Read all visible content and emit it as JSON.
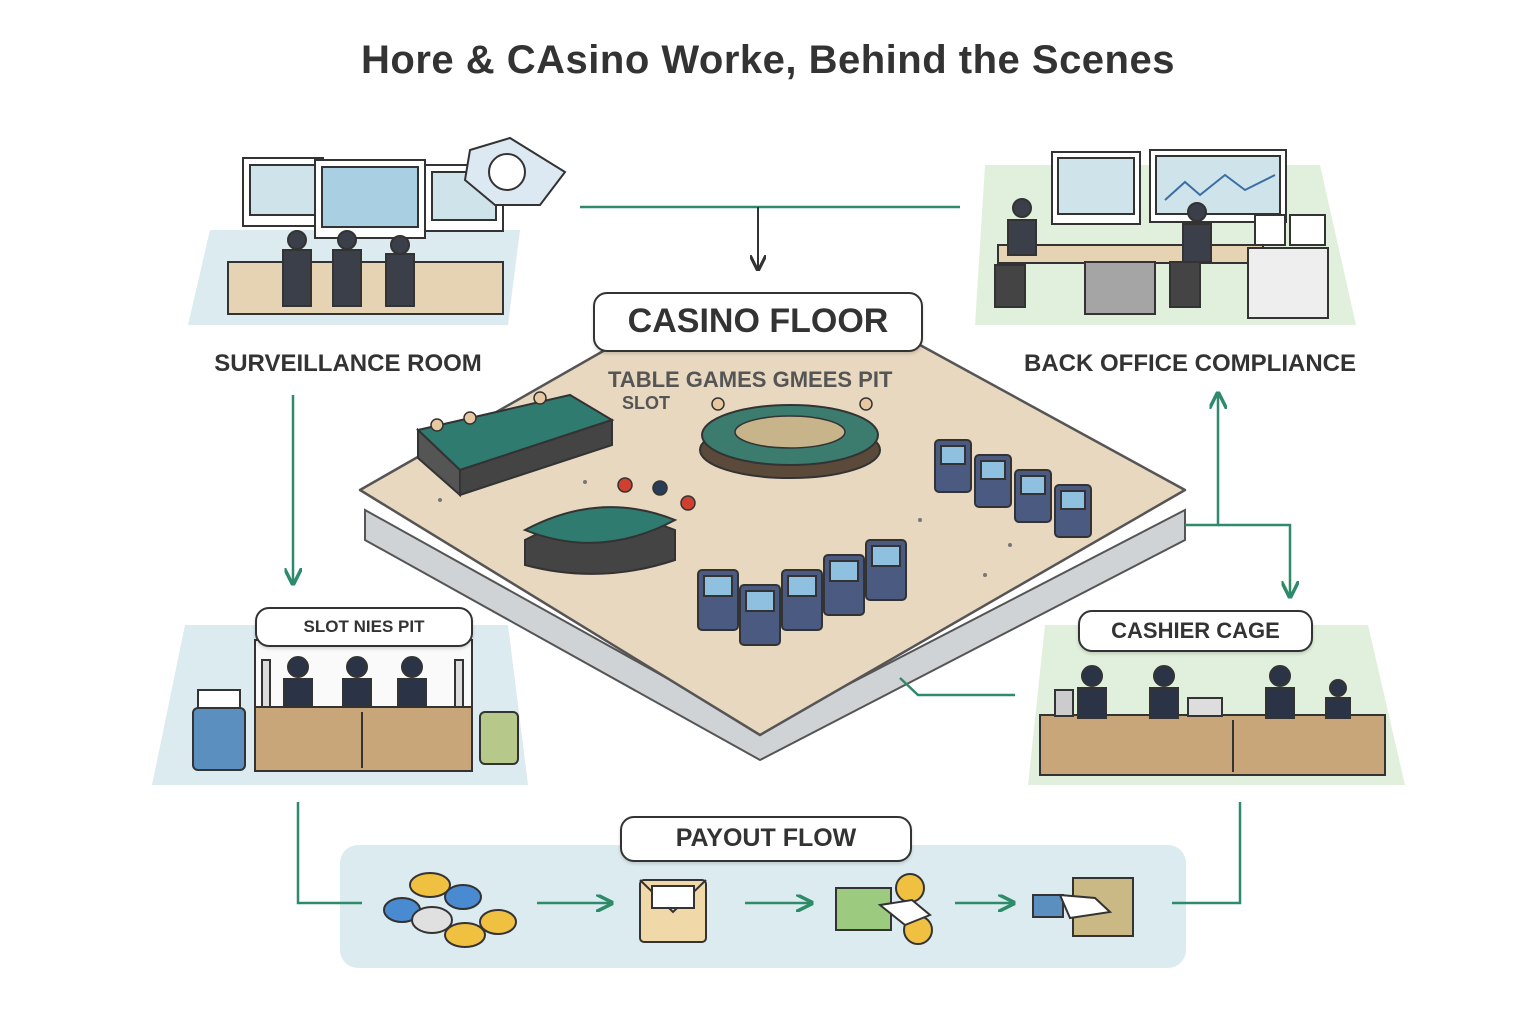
{
  "title": "Hore & CAsino Worke, Behind the Scenes",
  "nodes": {
    "surveillance_room": "SURVEILLANCE ROOM",
    "back_office": "BACK OFFICE COMPLIANCE",
    "casino_floor": "CASINO FLOOR",
    "slot_pit": "SLOT NIES PIT",
    "cashier_cage": "CASHIER CAGE",
    "payout_flow": "PAYOUT FLOW"
  },
  "floor_labels": {
    "table_games": "TABLE GAMES GMEES PIT",
    "slot": "SLOT"
  },
  "payout_steps": [
    "chips-icon",
    "envelope-icon",
    "cash-exchange-icon",
    "handoff-icon"
  ],
  "colors": {
    "arrow": "#2e8b6a",
    "panel_blue": "#dcebf0",
    "panel_green": "#e1f0dc",
    "floor": "#e8d8c0",
    "outline": "#333333"
  }
}
